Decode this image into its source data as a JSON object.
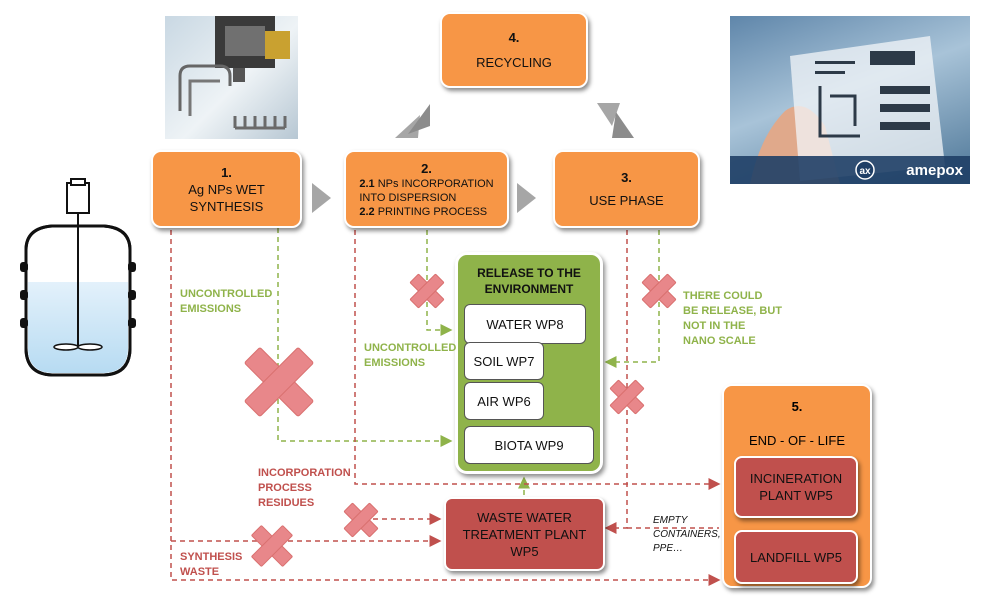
{
  "steps": {
    "synthesis": {
      "num": "1.",
      "line1": "Ag NPs WET",
      "line2": "SYNTHESIS"
    },
    "incorporation": {
      "num": "2.",
      "p1_num": "2.1",
      "p1_text": " NPs INCORPORATION",
      "p1_cont": "INTO DISPERSION",
      "p2_num": "2.2",
      "p2_text": " PRINTING PROCESS"
    },
    "use": {
      "num": "3.",
      "label": "USE PHASE"
    },
    "recycling": {
      "num": "4.",
      "label": "RECYCLING"
    },
    "eol": {
      "num": "5.",
      "label": "END - OF - LIFE"
    }
  },
  "release": {
    "title_line1": "RELEASE TO THE",
    "title_line2": "ENVIRONMENT",
    "items": [
      "WATER WP8",
      "SOIL WP7",
      "AIR WP6",
      "BIOTA WP9"
    ]
  },
  "wwtp": {
    "line1": "WASTE WATER",
    "line2": "TREATMENT PLANT",
    "line3": "WP5"
  },
  "eol_items": {
    "incineration_line1": "INCINERATION",
    "incineration_line2": "PLANT WP5",
    "landfill": "LANDFILL WP5"
  },
  "notes": {
    "uncontrolled1_l1": "UNCONTROLLED",
    "uncontrolled1_l2": "EMISSIONS",
    "uncontrolled2_l1": "UNCONTROLLED",
    "uncontrolled2_l2": "EMISSIONS",
    "release_l1": "THERE COULD",
    "release_l2": "BE RELEASE, BUT",
    "release_l3": "NOT IN THE",
    "release_l4": "NANO SCALE",
    "residues_l1": "INCORPORATION",
    "residues_l2": "PROCESS",
    "residues_l3": "RESIDUES",
    "synth_waste_l1": "SYNTHESIS",
    "synth_waste_l2": "WASTE",
    "containers_l1": "EMPTY",
    "containers_l2": "CONTAINERS,",
    "containers_l3": "PPE…"
  },
  "photo": {
    "brand": "amepox",
    "badge": "ax"
  },
  "colors": {
    "orange": "#f79646",
    "green": "#8fb34a",
    "red": "#c0504d",
    "gray_arrow": "#a6a6a6"
  }
}
